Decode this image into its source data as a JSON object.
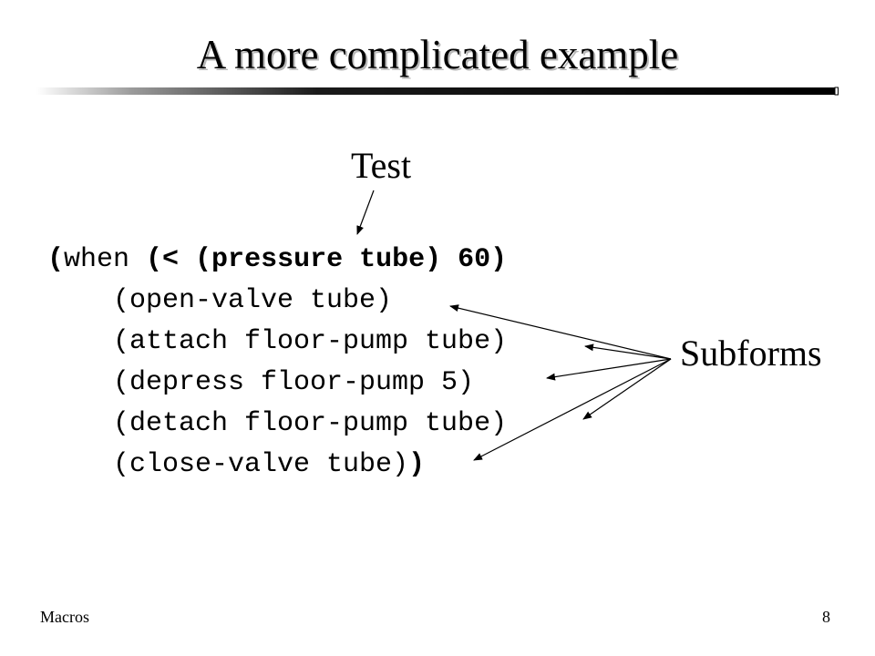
{
  "slide": {
    "title": "A more complicated example",
    "annotations": {
      "test": "Test",
      "subforms": "Subforms"
    },
    "code": {
      "line1": {
        "open_paren": "(",
        "keyword": "when",
        "test_expr": "(< (pressure tube) 60)"
      },
      "line2": "(open-valve tube)",
      "line3": "(attach floor-pump tube)",
      "line4": "(depress floor-pump 5)",
      "line5": "(detach floor-pump tube)",
      "line6": {
        "text": "(close-valve tube)",
        "close_paren": ")"
      }
    },
    "footer": {
      "section": "Macros",
      "page_number": "8"
    }
  }
}
